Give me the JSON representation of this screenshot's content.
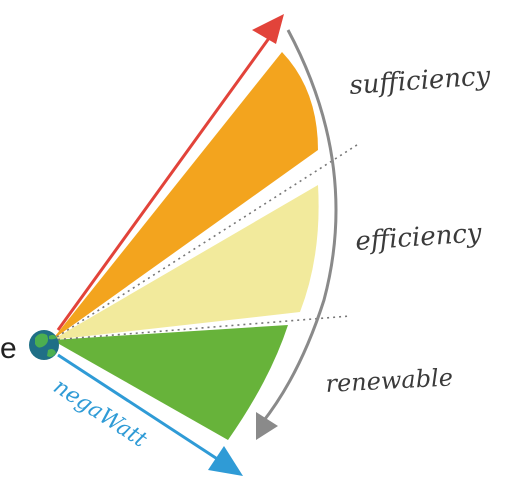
{
  "diagram": {
    "labels": {
      "sufficiency": "sufficiency",
      "efficiency": "efficiency",
      "renewable": "renewable",
      "brand": "negaWatt",
      "edge_letter": "e"
    },
    "colors": {
      "sufficiency_fill": "#F3A41E",
      "efficiency_fill": "#F2EA9C",
      "renewable_fill": "#67B33A",
      "up_arrow": "#E2433A",
      "down_arrow": "#2F9BD6",
      "curved_arrow": "#8A8A8A",
      "globe_ocean": "#1F6F86",
      "globe_land": "#4CAF50",
      "text": "#3a3a3a"
    },
    "icons": [
      "globe-icon",
      "arrow-up-red",
      "arrow-down-blue",
      "curved-arrow-gray"
    ]
  }
}
